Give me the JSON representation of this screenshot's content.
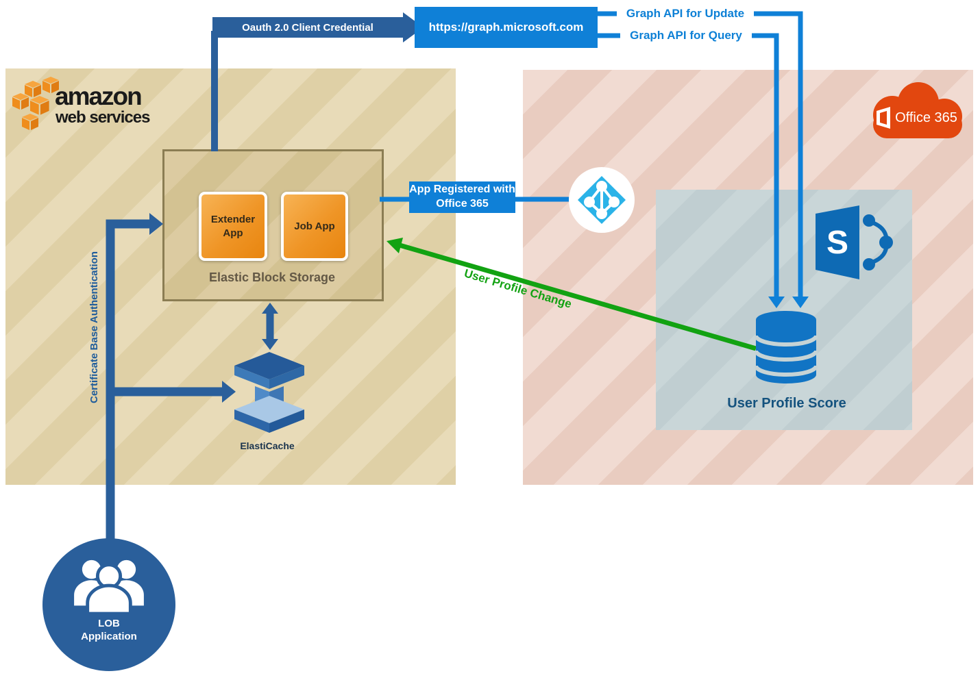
{
  "colors": {
    "dark_blue": "#2a5f9b",
    "bright_blue": "#0f80d7",
    "azure_icon_blue": "#2bb3e8",
    "sharepoint_blue": "#0e6ab4",
    "database_blue": "#1174c4",
    "green": "#12a212",
    "aws_orange": "#f49423",
    "office_red": "#e2470f",
    "aws_panel_tan": "#e8dbb8",
    "office_panel_pink": "#f1dbd2",
    "store_panel_blue_gray": "#c9d6d8",
    "app_box_orange": "#ee941f"
  },
  "top": {
    "oauth_arrow_label": "Oauth 2.0 Client Credential",
    "graph_endpoint_label": "https://graph.microsoft.com",
    "graph_api_update_label": "Graph API for Update",
    "graph_api_query_label": "Graph API for Query"
  },
  "aws": {
    "logo_primary": "amazon",
    "logo_secondary": "web services",
    "ebs_title": "Elastic Block Storage",
    "extender_app_label": "Extender App",
    "job_app_label": "Job App",
    "elasticache_label": "ElastiCache",
    "certificate_label": "Certificate Base Authentication",
    "lob_label": "LOB Application"
  },
  "office365": {
    "cloud_label": "Office 365",
    "sharepoint_letter": "S",
    "user_profile_store_label": "User Profile Score"
  },
  "connections": {
    "app_registered_label": "App Registered with Office 365",
    "user_profile_change_label": "User Profile Change"
  }
}
